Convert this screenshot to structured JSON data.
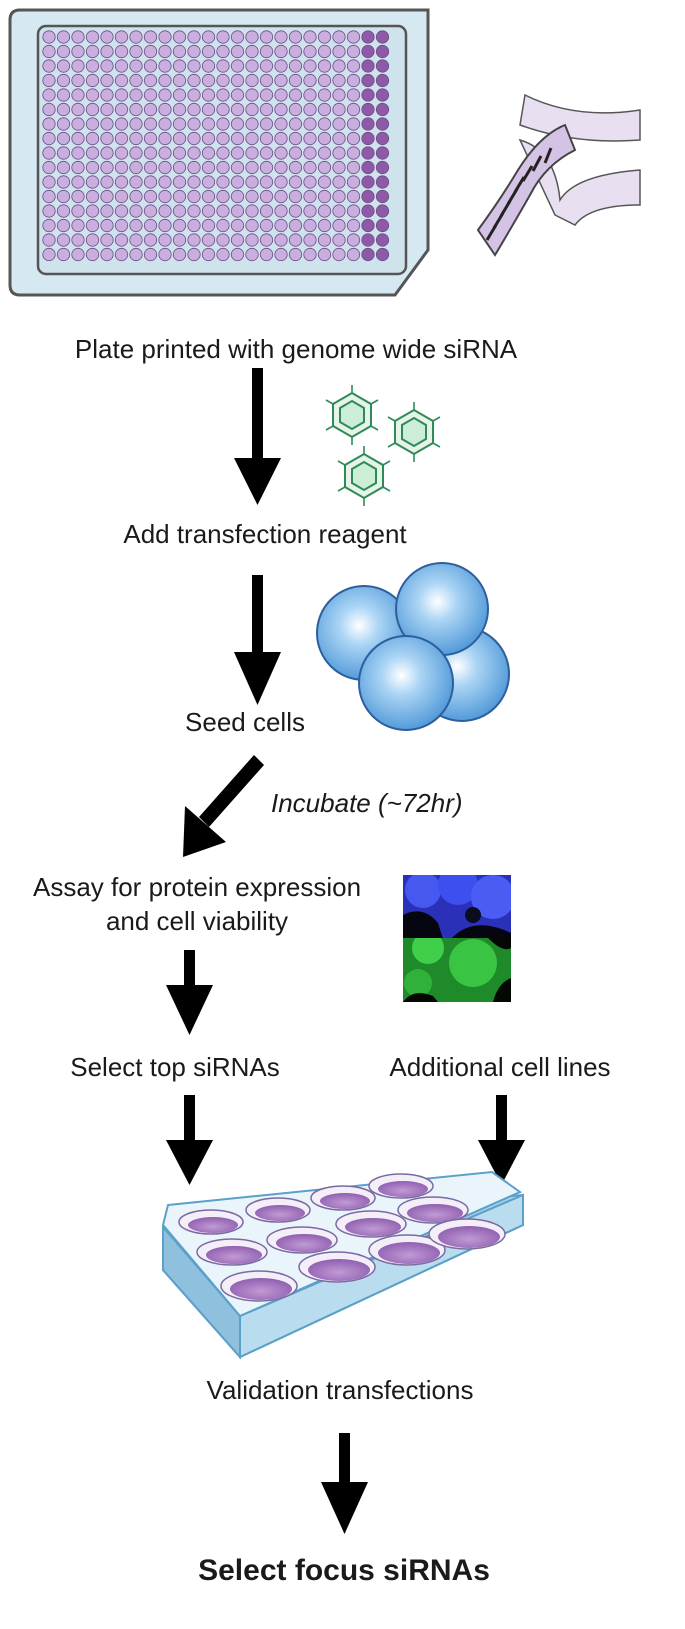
{
  "steps": {
    "plate": "Plate printed with genome wide siRNA",
    "transfection": "Add transfection reagent",
    "seed": "Seed cells",
    "incubate": "Incubate (~72hr)",
    "assay_line1": "Assay for protein expression",
    "assay_line2": "and cell viability",
    "select_top": "Select top siRNAs",
    "additional": "Additional cell lines",
    "validation": "Validation transfections",
    "final": "Select focus siRNAs"
  },
  "colors": {
    "plate_fill": "#d6e9f3",
    "plate_stroke": "#555555",
    "well_light": "#c9aede",
    "well_dark": "#8e5aa8",
    "virus_green": "#2e8b57",
    "cell_blue": "#5aa0dc",
    "arrow": "#000000",
    "microscopy_blue": "#3f4fe0",
    "microscopy_green": "#2fb13a"
  },
  "icons": [
    "dsrna-icon",
    "virus-icon",
    "cell-icon",
    "microscopy-image",
    "well-plate-icon"
  ]
}
